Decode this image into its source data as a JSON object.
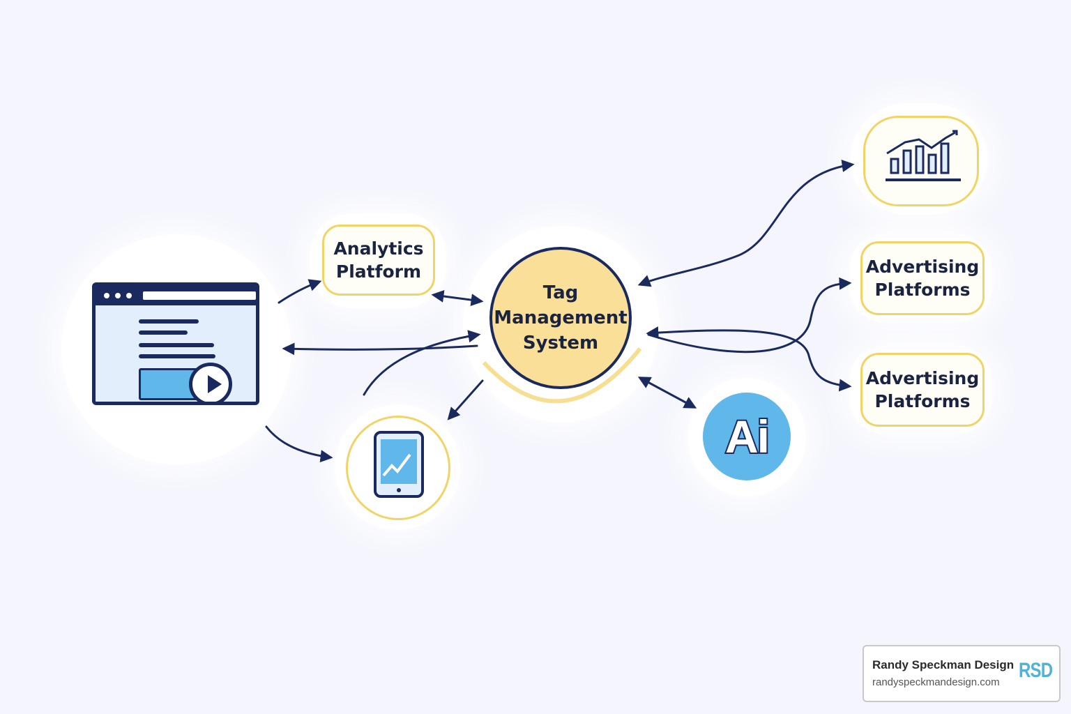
{
  "nodes": {
    "analytics": "Analytics\nPlatform",
    "tms": "Tag\nManagement\nSystem",
    "advertising_1": "Advertising\nPlatforms",
    "advertising_2": "Advertising\nPlatforms",
    "ai": "Ai"
  },
  "icons": {
    "website": "browser-window-video-icon",
    "mobile": "tablet-chart-icon",
    "reporting": "bar-chart-growth-icon",
    "ai": "ai-icon"
  },
  "watermark": {
    "name": "Randy Speckman Design",
    "url": "randyspeckmandesign.com",
    "logo": "RSD"
  },
  "colors": {
    "navy": "#1b2a5e",
    "gold": "#f2d466",
    "tms_fill": "#f9df97",
    "sky": "#5fb7ea",
    "background": "#f5f6fd"
  }
}
